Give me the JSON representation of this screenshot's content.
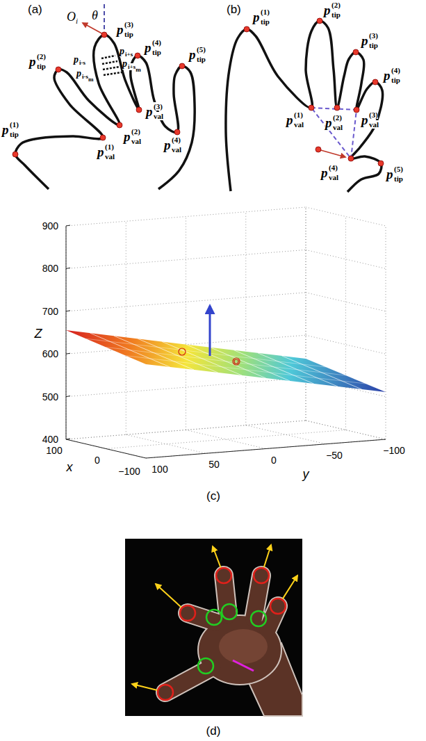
{
  "diagram": {
    "labels": [
      "(a)",
      "O",
      "i",
      "θ",
      "p",
      "(3)",
      "tip",
      "p",
      "(4)",
      "tip",
      "p",
      "i+s",
      "p",
      "i+s",
      "m",
      "p",
      "i-s",
      "p",
      "i-s",
      "m",
      "p",
      "(2)",
      "tip",
      "p",
      "(1)",
      "tip",
      "p",
      "(1)",
      "val",
      "p",
      "(2)",
      "val",
      "p",
      "(3)",
      "val",
      "p",
      "(5)",
      "tip",
      "p",
      "(4)",
      "val",
      "(b)",
      "p",
      "(1)",
      "tip",
      "p",
      "(2)",
      "tip",
      "p",
      "(3)",
      "tip",
      "p",
      "(4)",
      "tip",
      "p",
      "(5)",
      "tip",
      "p",
      "(1)",
      "val",
      "p",
      "(2)",
      "val",
      "p",
      "(3)",
      "val",
      "p",
      "(4)",
      "val",
      "900",
      "800",
      "700",
      "600",
      "500",
      "400",
      "Z",
      "100",
      "x",
      "0",
      "−100",
      "100",
      "50",
      "0",
      "−50",
      "−100",
      "y",
      "(c)",
      "(d)"
    ]
  }
}
